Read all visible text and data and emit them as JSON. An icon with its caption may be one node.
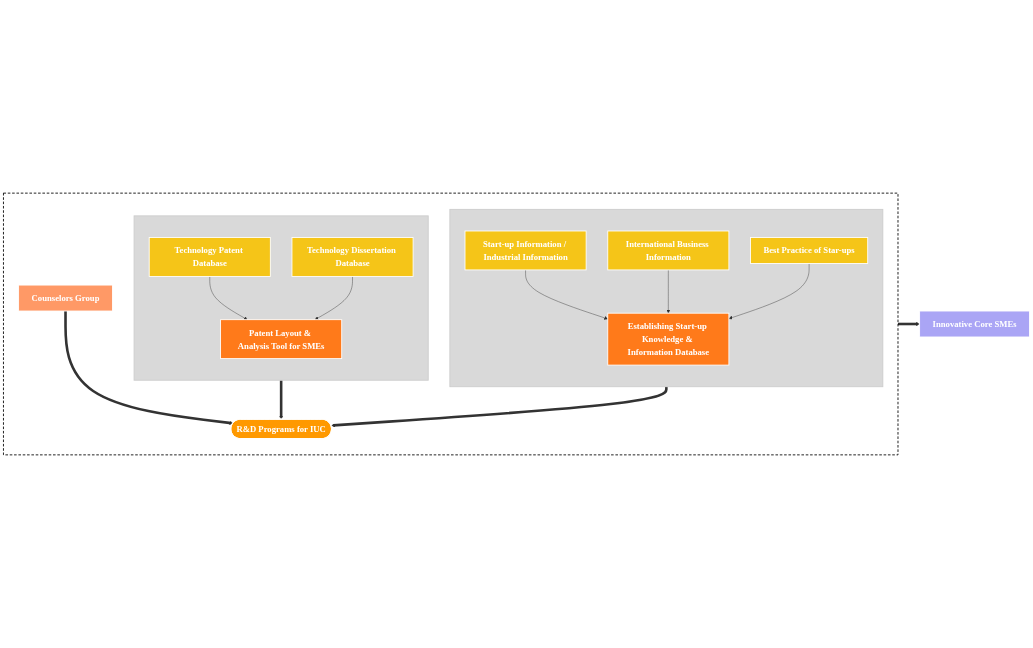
{
  "diagram": {
    "nodes": [
      {
        "text": [],
        "shape": "box"
      },
      {
        "text": [],
        "shape": "box",
        "in": 0
      },
      {
        "text": [
          "Technology Patent Database"
        ],
        "in": 1
      },
      {
        "text": [
          "Technology Dissertation Database"
        ],
        "in": 1
      },
      {
        "text": [
          "Patent Layout & Analysis Tool for SMEs"
        ],
        "in": 1
      },
      {
        "text": [
          "Counselors Group"
        ],
        "in": 0
      },
      {
        "text": [
          "R&D Programs for IUC"
        ],
        "in": 0
      },
      {
        "text": [],
        "shape": "box",
        "in": 0
      },
      {
        "text": [
          "Start-up Information / Industrial Information"
        ],
        "in": 7
      },
      {
        "text": [
          "International Business Information"
        ],
        "in": 7
      },
      {
        "text": [
          "Best Practice of Star-ups"
        ],
        "in": 7
      },
      {
        "text": [
          "Establishing Start-up Knowledge & Information Database"
        ],
        "in": 7
      },
      {
        "text": [
          "Innovative Core SMEs"
        ]
      }
    ],
    "edges": [
      {
        "from": 2,
        "to": 4,
        "arrow": "to"
      },
      {
        "from": 3,
        "to": 4,
        "arrow": "to"
      },
      {
        "from": 1,
        "to": 6,
        "arrow": "to",
        "style": "thick"
      },
      {
        "from": 5,
        "to": 6,
        "arrow": "to",
        "style": "thick"
      },
      {
        "from": 7,
        "to": 6,
        "arrow": "to",
        "style": "thick"
      },
      {
        "from": 8,
        "to": 11,
        "arrow": "to"
      },
      {
        "from": 9,
        "to": 11,
        "arrow": "to"
      },
      {
        "from": 10,
        "to": 11,
        "arrow": "to"
      },
      {
        "from": 0,
        "to": 12,
        "arrow": "to",
        "style": "thick"
      }
    ]
  }
}
